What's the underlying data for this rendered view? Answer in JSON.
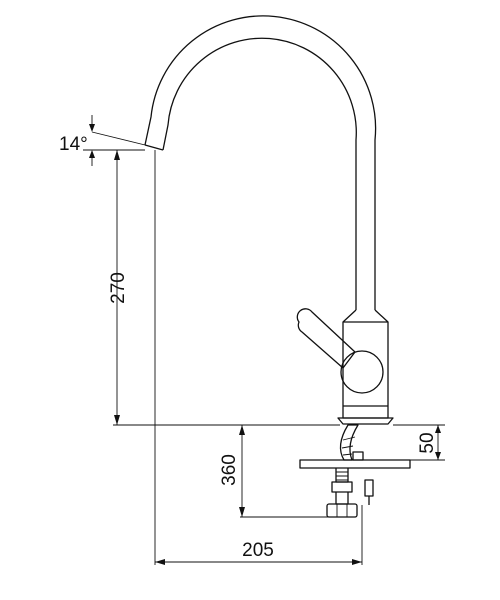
{
  "dimensions": {
    "spout_angle": "14°",
    "spout_height": "270",
    "base_height": "50",
    "under_length": "360",
    "reach": "205"
  },
  "colors": {
    "line": "#111111",
    "background": "#ffffff"
  }
}
